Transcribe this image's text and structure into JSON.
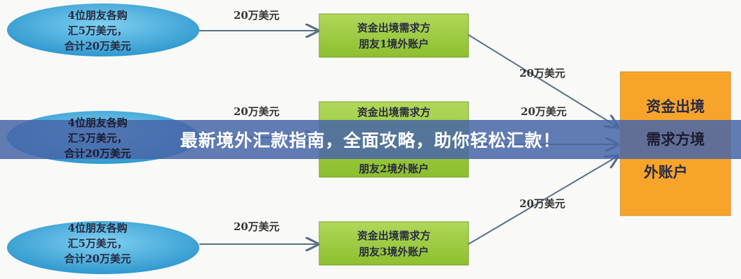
{
  "diagram": {
    "sources": [
      {
        "lines": [
          "4位朋友各购",
          "汇5万美元，",
          "合计20万美元"
        ]
      },
      {
        "lines": [
          "4位朋友各购",
          "汇5万美元，",
          "合计20万美元"
        ]
      },
      {
        "lines": [
          "4位朋友各购",
          "汇5万美元，",
          "合计20万美元"
        ]
      }
    ],
    "left_edge_labels": [
      "20万美元",
      "20万美元",
      "20万美元"
    ],
    "accounts": [
      {
        "lines": [
          "资金出境需求方",
          "朋友1境外账户"
        ]
      },
      {
        "lines": [
          "资金出境需求方",
          "朋友2境外账户"
        ]
      },
      {
        "lines": [
          "资金出境需求方",
          "朋友3境外账户"
        ]
      }
    ],
    "right_edge_labels": [
      "20万美元",
      "20万美元",
      "20万美元"
    ],
    "target": {
      "lines": [
        "资金出境",
        "需求方境",
        "外账户"
      ]
    },
    "colors": {
      "ellipse": "#3aa6d8",
      "account_box": "#9ccc3c",
      "target_box": "#f7a52a",
      "arrow": "#5a6e86"
    }
  },
  "banner": {
    "title": "最新境外汇款指南，全面攻略，助你轻松汇款！"
  }
}
